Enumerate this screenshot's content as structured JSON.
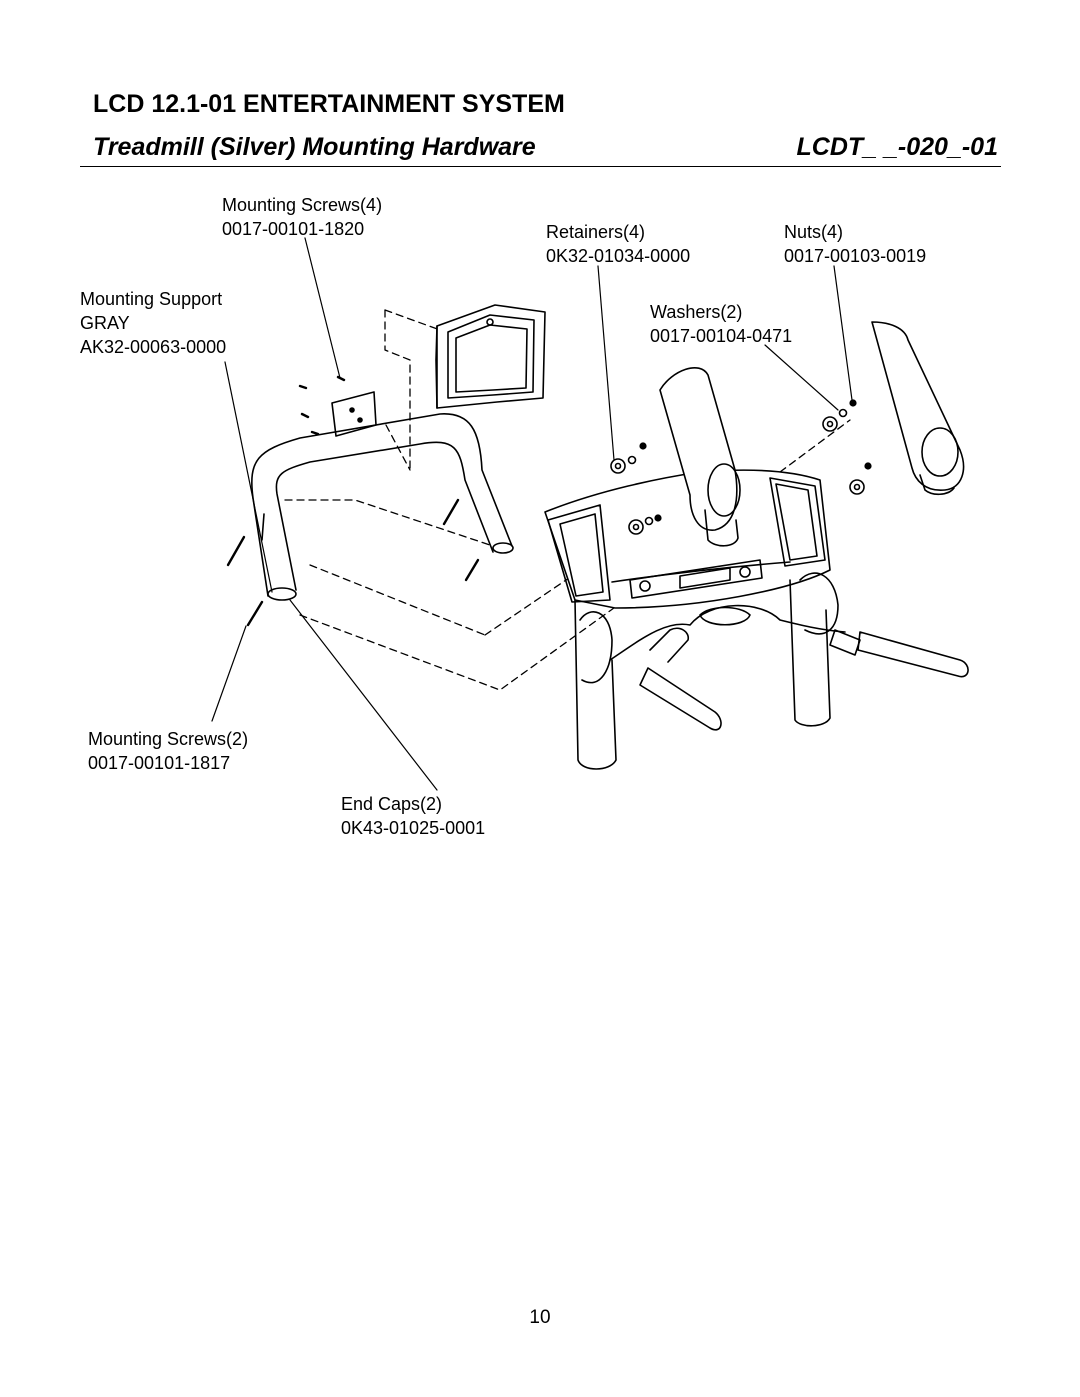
{
  "header": {
    "title": "LCD 12.1-01 ENTERTAINMENT SYSTEM",
    "subtitle": "Treadmill (Silver) Mounting Hardware",
    "code": "LCDT_ _-020_-01"
  },
  "callouts": {
    "mounting_screws_4": {
      "name": "Mounting Screws(4)",
      "part": "0017-00101-1820"
    },
    "retainers": {
      "name": "Retainers(4)",
      "part": "0K32-01034-0000"
    },
    "nuts": {
      "name": "Nuts(4)",
      "part": "0017-00103-0019"
    },
    "mounting_support": {
      "name": "Mounting Support",
      "color": "GRAY",
      "part": "AK32-00063-0000"
    },
    "washers": {
      "name": "Washers(2)",
      "part": "0017-00104-0471"
    },
    "mounting_screws_2": {
      "name": "Mounting Screws(2)",
      "part": "0017-00101-1817"
    },
    "end_caps": {
      "name": "End Caps(2)",
      "part": "0K43-01025-0001"
    }
  },
  "footer": {
    "page_number": "10"
  }
}
